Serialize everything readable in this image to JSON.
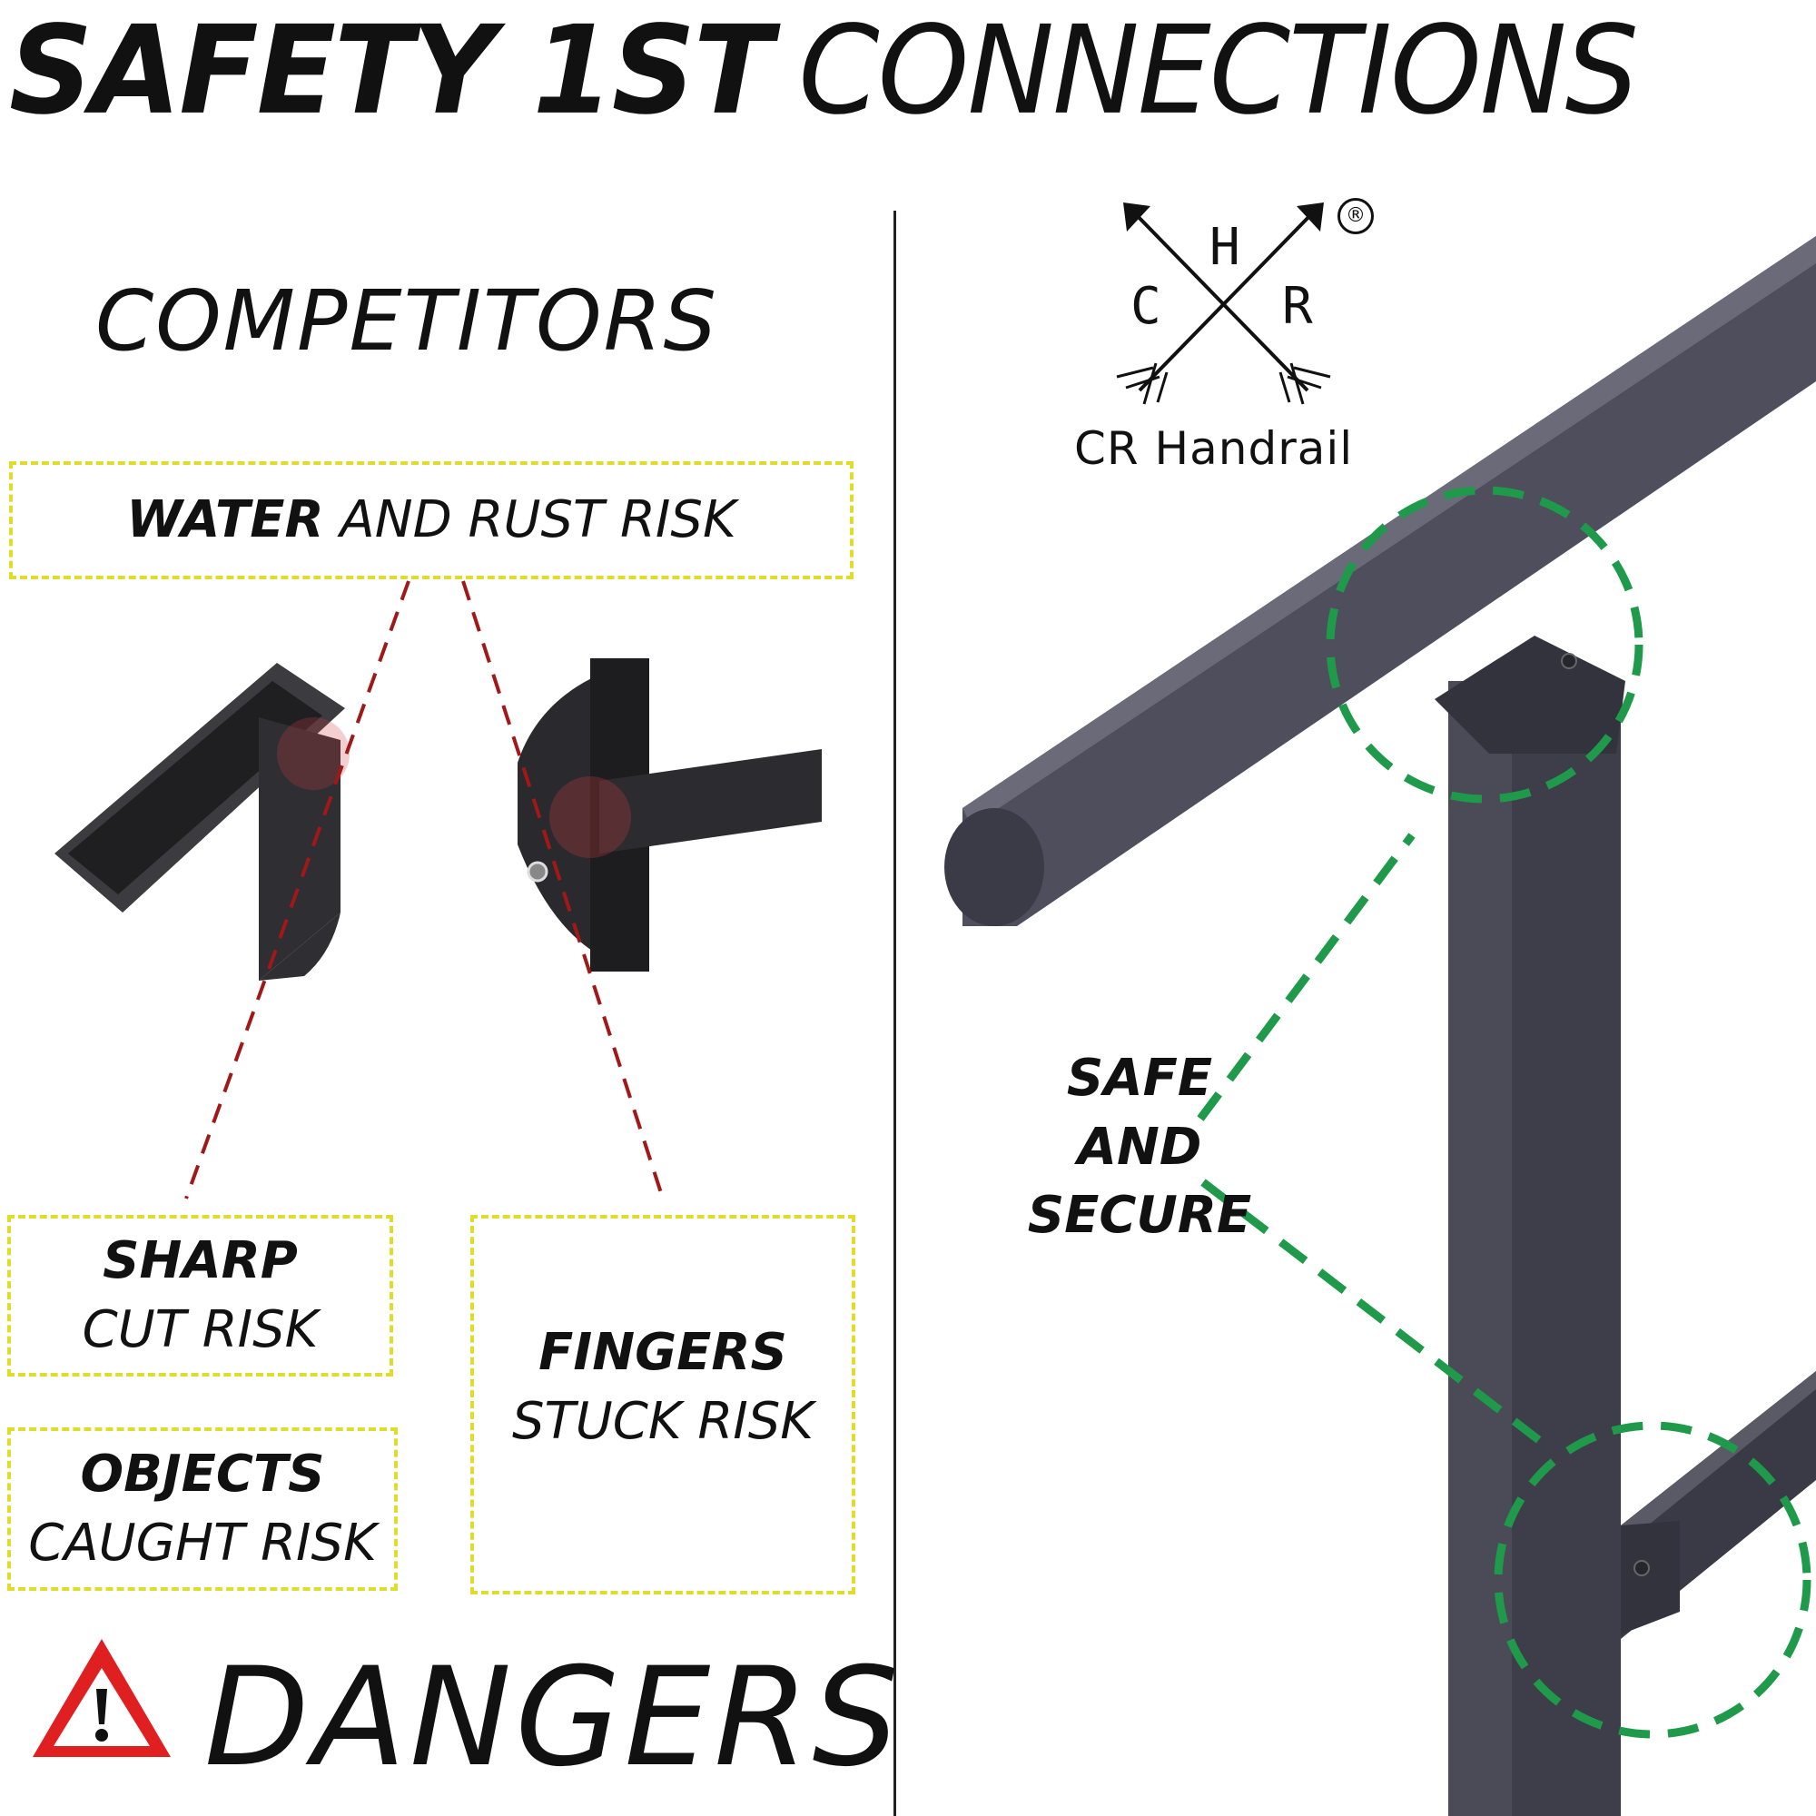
{
  "header": {
    "title_bold": "SAFETY 1ST",
    "title_light": "CONNECTIONS"
  },
  "competitors": {
    "heading": "COMPETITORS",
    "top_box": {
      "bold": "WATER",
      "rest": "AND RUST RISK"
    },
    "sharp_box": {
      "bold": "SHARP",
      "rest": "CUT RISK"
    },
    "objects_box": {
      "bold": "OBJECTS",
      "rest": "CAUGHT RISK"
    },
    "fingers_box": {
      "bold": "FINGERS",
      "rest": "STUCK RISK"
    },
    "dangers_label": "DANGERS",
    "warning_icon": "warning-triangle-icon"
  },
  "brand": {
    "logo_letters": {
      "top": "H",
      "left": "C",
      "right": "R"
    },
    "registered_mark": "®",
    "name": "CR Handrail"
  },
  "ours": {
    "callout": [
      "SAFE",
      "AND",
      "SECURE"
    ]
  },
  "colors": {
    "box_dash": "#e0dc2a",
    "danger_red": "#e02020",
    "competitor_line": "#a01818",
    "safe_green": "#1f9a4a",
    "rail_gray": "#4a4a56",
    "text": "#111111"
  }
}
